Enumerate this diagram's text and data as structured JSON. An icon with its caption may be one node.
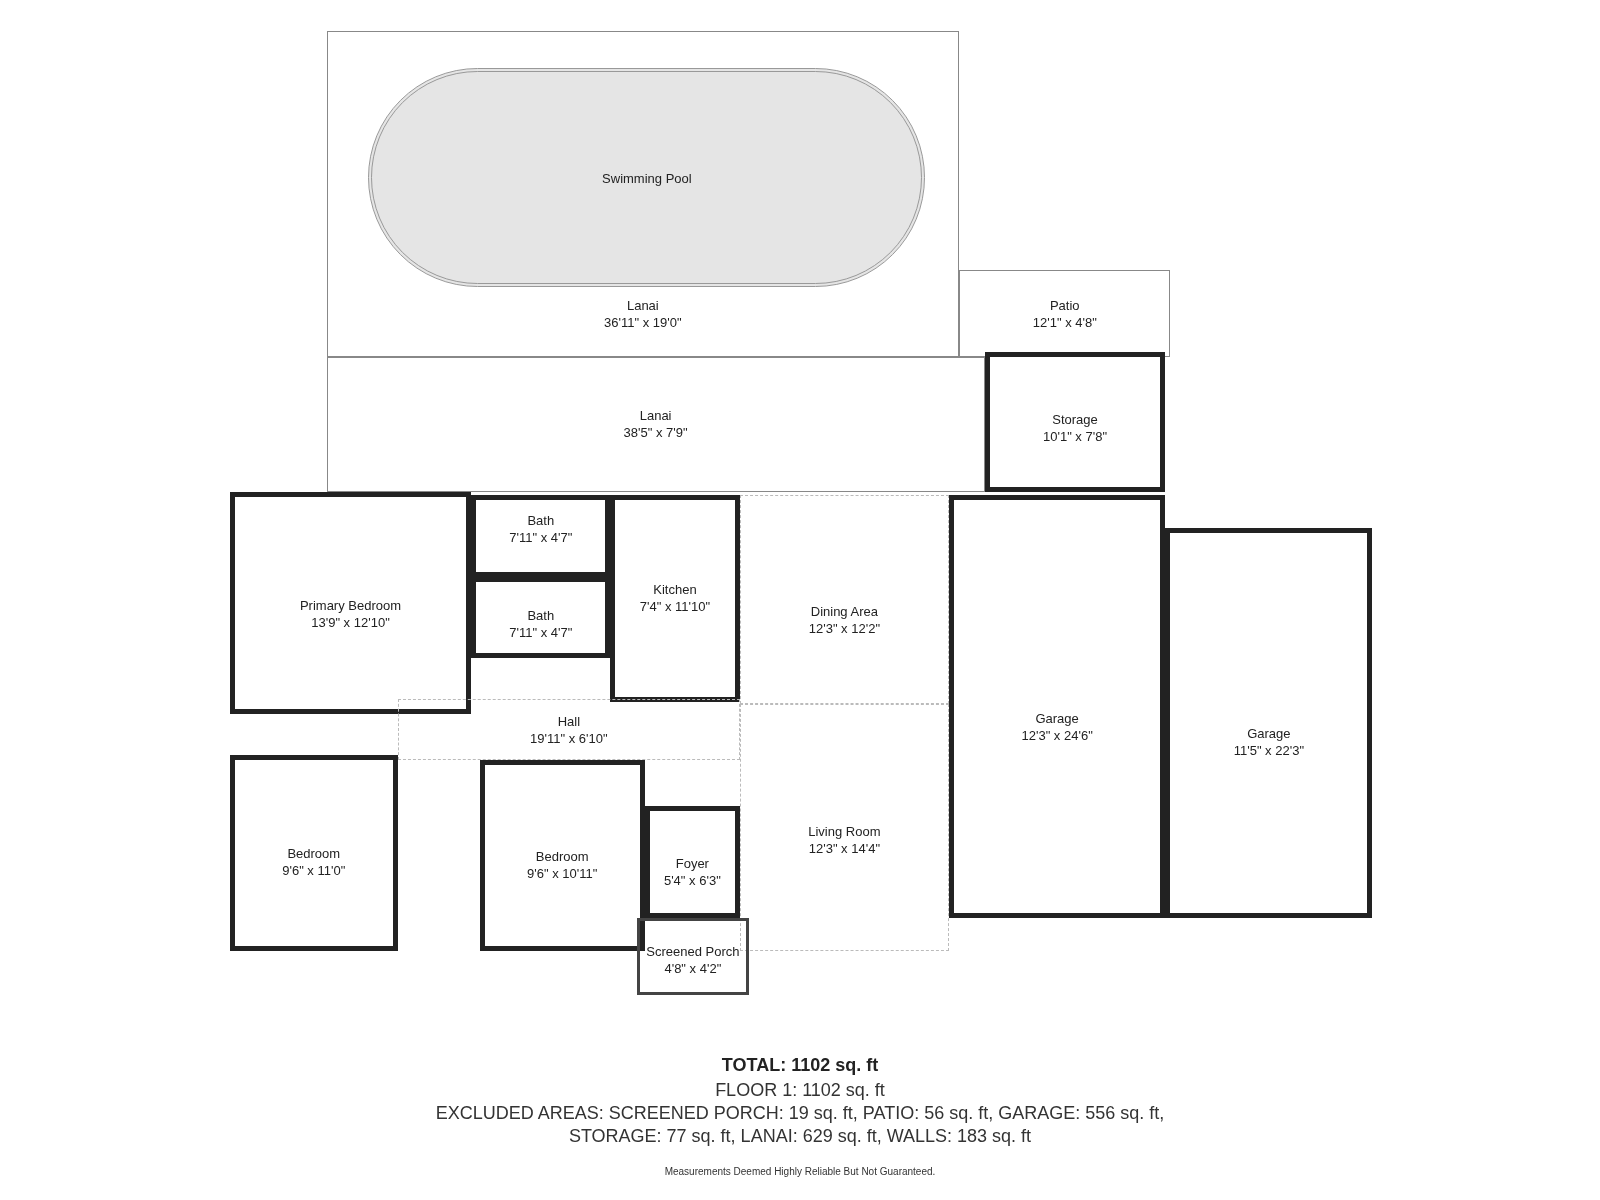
{
  "diagram": {
    "nodes": [
      {
        "text": [
          "Lanai",
          "36'11\" x 19'0\""
        ]
      },
      {
        "text": [
          "Swimming Pool"
        ],
        "in": 0
      },
      {
        "text": [
          "Patio",
          "12'1\" x 4'8\""
        ]
      },
      {
        "text": [
          "Lanai",
          "38'5\" x 7'9\""
        ]
      },
      {
        "text": [
          "Storage",
          "10'1\" x 7'8\""
        ]
      },
      {
        "text": [
          "Bath",
          "7'11\" x 4'7\""
        ]
      },
      {
        "text": [
          "Primary Bedroom",
          "13'9\" x 12'10\""
        ]
      },
      {
        "text": [
          "Kitchen",
          "7'4\" x 11'10\""
        ]
      },
      {
        "text": [
          "Dining Area",
          "12'3\" x 12'2\""
        ]
      },
      {
        "text": [
          "Bath",
          "7'11\" x 4'7\""
        ]
      },
      {
        "text": [
          "Garage",
          "12'3\" x 24'6\""
        ]
      },
      {
        "text": [
          "Garage",
          "11'5\" x 22'3\""
        ]
      },
      {
        "text": [
          "Hall",
          "19'11\" x 6'10\""
        ]
      },
      {
        "text": [
          "Living Room",
          "12'3\" x 14'4\""
        ]
      },
      {
        "text": [
          "Bedroom",
          "9'6\" x 11'0\""
        ]
      },
      {
        "text": [
          "Bedroom",
          "9'6\" x 10'11\""
        ]
      },
      {
        "text": [
          "Foyer",
          "5'4\" x 6'3\""
        ]
      },
      {
        "text": [
          "Screened Porch",
          "4'8\" x 4'2\""
        ]
      }
    ],
    "labels": [
      "TOTAL: 1102 sq. ft",
      "FLOOR 1: 1102 sq. ft",
      "EXCLUDED AREAS: SCREENED PORCH: 19 sq. ft, PATIO: 56 sq. ft, GARAGE: 556 sq. ft, STORAGE: 77 sq. ft, LANAI: 629 sq. ft, WALLS: 183 sq. ft",
      "Measurements Deemed Highly Reliable But Not Guaranteed."
    ]
  }
}
